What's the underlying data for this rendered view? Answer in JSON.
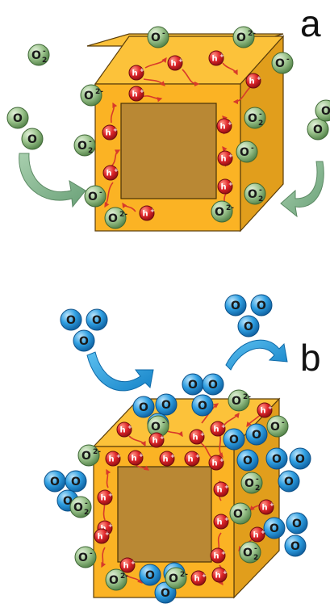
{
  "panels": {
    "a": {
      "label": "a"
    },
    "b": {
      "label": "b"
    }
  },
  "species": {
    "oxygen_atom": "O",
    "superoxide": "O2-",
    "oxide": "O2-",
    "oxygen_ion": "O-",
    "hole": "h+"
  },
  "colors": {
    "cube_front": "#fbb324",
    "cube_top": "#fcc23a",
    "cube_side": "#e19e1c",
    "cube_window": "#b98834",
    "green_species": "#88b47a",
    "blue_species": "#1f8fd6",
    "hole_red": "#d42228",
    "flow_arrow_green": "#8ab894",
    "flow_arrow_blue": "#1f9bd9",
    "path_arrow": "#d83a2a"
  },
  "icons": [
    "oxygen-molecule-icon",
    "ozone-molecule-icon",
    "hole-icon",
    "adsorbed-oxygen-icon",
    "flow-arrow-icon"
  ]
}
